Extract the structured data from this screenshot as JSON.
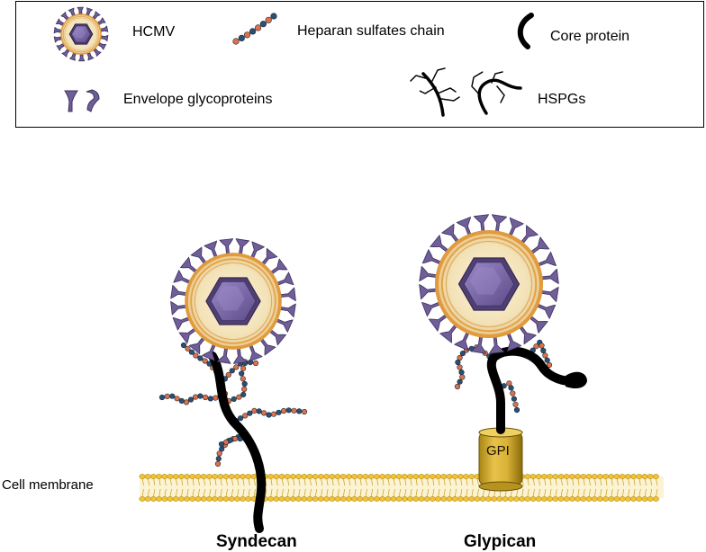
{
  "legend": {
    "hcmv": "HCMV",
    "heparan": "Heparan sulfates chain",
    "core": "Core protein",
    "envelope": "Envelope glycoproteins",
    "hspgs": "HSPGs"
  },
  "membrane": {
    "label": "Cell membrane"
  },
  "captions": {
    "syndecan": "Syndecan",
    "glypican": "Glypican"
  },
  "gpi": {
    "label": "GPI"
  },
  "colors": {
    "virion_outer": "#f7e9c6",
    "virion_ring": "#e19a3c",
    "capsid": "#7e6aa6",
    "capsid_dark": "#4f3f74",
    "spike": "#6f5e98",
    "bead_blue": "#2c4f72",
    "bead_orange": "#e0704a",
    "membrane": "#f1c232",
    "gpi": "#c9a227",
    "core_protein": "#000000"
  }
}
